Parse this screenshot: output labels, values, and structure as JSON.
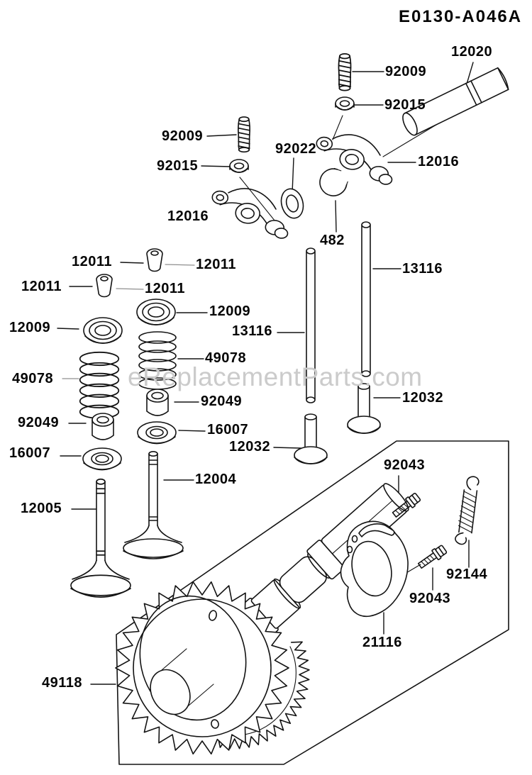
{
  "diagram": {
    "title": "E0130-A046A",
    "watermark": "eReplacementParts.com"
  },
  "labels": [
    {
      "id": "92009-top",
      "text": "92009"
    },
    {
      "id": "12020",
      "text": "12020"
    },
    {
      "id": "92015-top",
      "text": "92015"
    },
    {
      "id": "92009-left",
      "text": "92009"
    },
    {
      "id": "92015-left",
      "text": "92015"
    },
    {
      "id": "92022",
      "text": "92022"
    },
    {
      "id": "12016-right",
      "text": "12016"
    },
    {
      "id": "12016-left",
      "text": "12016"
    },
    {
      "id": "482",
      "text": "482"
    },
    {
      "id": "12011-top-left",
      "text": "12011"
    },
    {
      "id": "12011-top-right",
      "text": "12011"
    },
    {
      "id": "12011-bottom-left",
      "text": "12011"
    },
    {
      "id": "12011-bottom-right",
      "text": "12011"
    },
    {
      "id": "12009-right",
      "text": "12009"
    },
    {
      "id": "12009-left",
      "text": "12009"
    },
    {
      "id": "13116-left",
      "text": "13116"
    },
    {
      "id": "13116-right",
      "text": "13116"
    },
    {
      "id": "49078-right",
      "text": "49078"
    },
    {
      "id": "49078-left",
      "text": "49078"
    },
    {
      "id": "92049-right",
      "text": "92049"
    },
    {
      "id": "92049-left",
      "text": "92049"
    },
    {
      "id": "16007-right",
      "text": "16007"
    },
    {
      "id": "16007-left",
      "text": "16007"
    },
    {
      "id": "12032-right",
      "text": "12032"
    },
    {
      "id": "12032-middle",
      "text": "12032"
    },
    {
      "id": "12004",
      "text": "12004"
    },
    {
      "id": "12005",
      "text": "12005"
    },
    {
      "id": "92043-top",
      "text": "92043"
    },
    {
      "id": "92144",
      "text": "92144"
    },
    {
      "id": "92043-bottom",
      "text": "92043"
    },
    {
      "id": "21116",
      "text": "21116"
    },
    {
      "id": "49118",
      "text": "49118"
    }
  ]
}
